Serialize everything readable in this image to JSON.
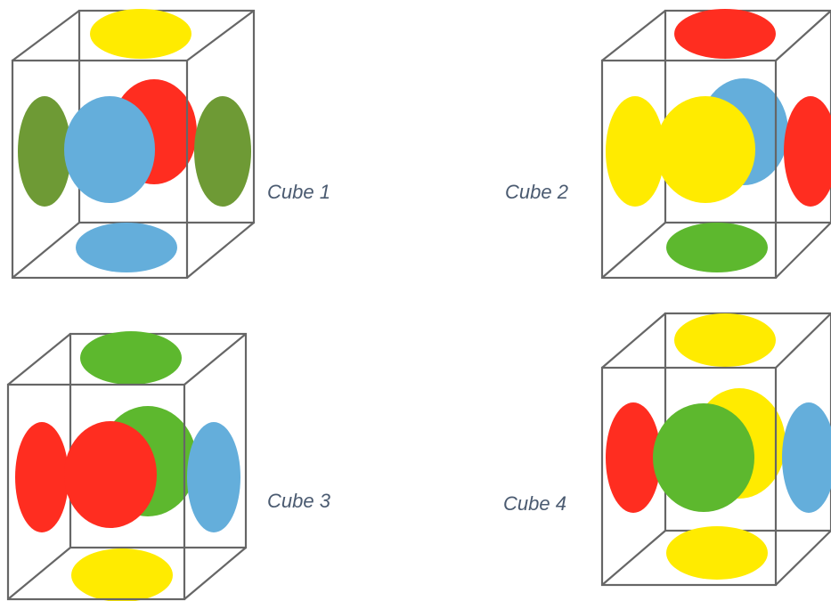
{
  "colors": {
    "red": "#FF2D20",
    "yellow": "#FFEB00",
    "green_olive": "#6E9A35",
    "green_bright": "#5DB82E",
    "blue": "#64AEDB",
    "edge": "#666666",
    "label": "#4A5A70"
  },
  "cubes": [
    {
      "label": "Cube 1",
      "faces": {
        "top": "yellow",
        "bottom": "blue",
        "left": "green_olive",
        "right": "green_olive",
        "front": "blue",
        "back": "red"
      }
    },
    {
      "label": "Cube 2",
      "faces": {
        "top": "red",
        "bottom": "green_bright",
        "left": "yellow",
        "right": "red",
        "front": "yellow",
        "back": "blue"
      }
    },
    {
      "label": "Cube 3",
      "faces": {
        "top": "green_bright",
        "bottom": "yellow",
        "left": "red",
        "right": "blue",
        "front": "red",
        "back": "green_bright"
      }
    },
    {
      "label": "Cube 4",
      "faces": {
        "top": "yellow",
        "bottom": "yellow",
        "left": "red",
        "right": "blue",
        "front": "green_bright",
        "back": "yellow"
      }
    }
  ]
}
